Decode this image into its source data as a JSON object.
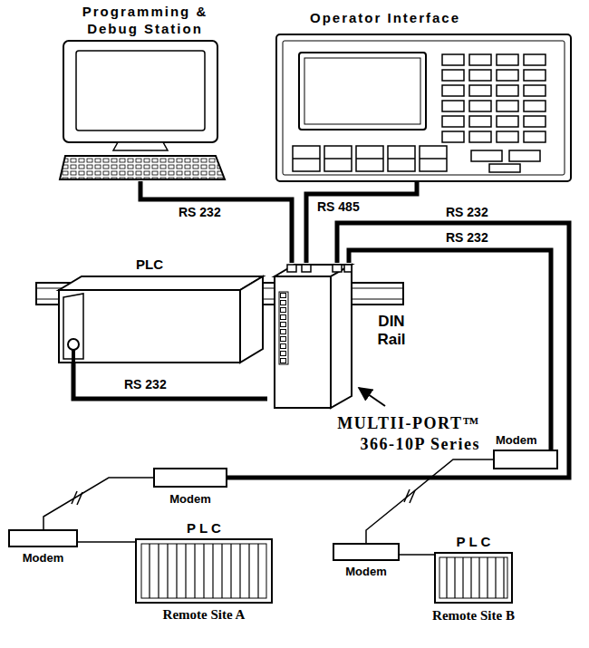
{
  "diagram": {
    "nodes": [
      {
        "text": [
          "Programming & Debug Station"
        ]
      },
      {
        "text": [
          "Operator Interface"
        ]
      },
      {
        "text": [
          "PLC"
        ]
      },
      {
        "text": [
          "MULTII-PORT™ 366-10P Series"
        ]
      },
      {
        "text": [
          "Modem"
        ]
      },
      {
        "text": [
          "Modem"
        ]
      },
      {
        "text": [
          "Modem"
        ]
      },
      {
        "text": [
          "P L C",
          "Remote Site A"
        ]
      },
      {
        "text": [
          "Modem"
        ]
      },
      {
        "text": [
          "P L C",
          "Remote Site B"
        ]
      }
    ],
    "edges": [
      {
        "from": 0,
        "to": 3,
        "label": "RS 232",
        "arrow": "none"
      },
      {
        "from": 1,
        "to": 3,
        "label": "RS 485",
        "arrow": "none"
      },
      {
        "from": 2,
        "to": 3,
        "label": "RS 232",
        "arrow": "none"
      },
      {
        "from": 3,
        "to": 5,
        "label": "RS 232",
        "arrow": "none"
      },
      {
        "from": 3,
        "to": 4,
        "label": "RS 232",
        "arrow": "none"
      },
      {
        "from": 4,
        "to": 6,
        "arrow": "none"
      },
      {
        "from": 6,
        "to": 7,
        "arrow": "none"
      },
      {
        "from": 5,
        "to": 8,
        "arrow": "none"
      },
      {
        "from": 8,
        "to": 9,
        "arrow": "none"
      }
    ],
    "labels": [
      "DIN Rail"
    ]
  }
}
